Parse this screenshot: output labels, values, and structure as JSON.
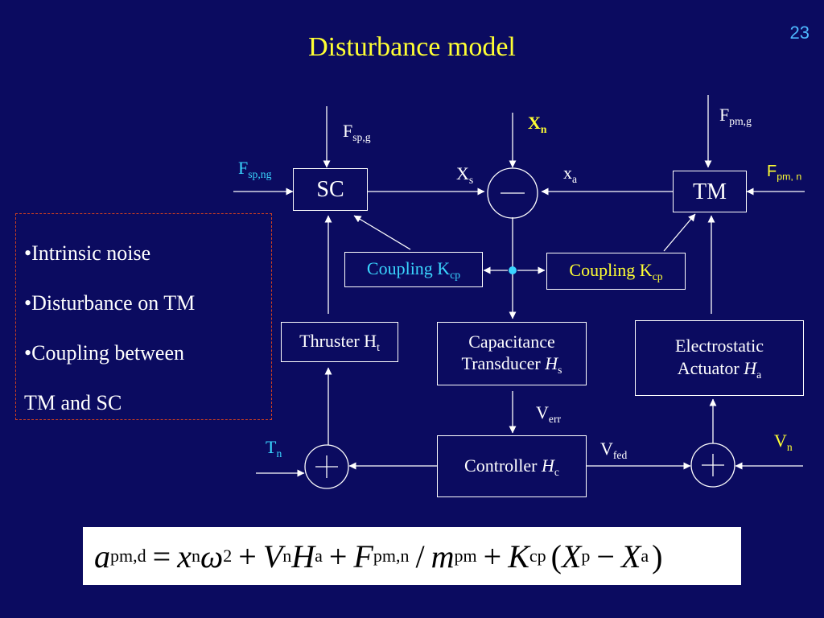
{
  "slide": {
    "title": "Disturbance model",
    "number": "23"
  },
  "blocks": {
    "sc": "SC",
    "tm": "TM",
    "coupling_left": {
      "text": "Coupling K",
      "sub": "cp"
    },
    "coupling_right": {
      "text": "Coupling K",
      "sub": "cp"
    },
    "thruster": {
      "text": "Thruster H",
      "sub": "t"
    },
    "capacitance": {
      "line1": "Capacitance",
      "line2": "Transducer ",
      "italic": "H",
      "sub": "s"
    },
    "electrostatic": {
      "line1": "Electrostatic",
      "line2": "Actuator ",
      "italic": "H",
      "sub": "a"
    },
    "controller": {
      "text": "Controller ",
      "italic": "H",
      "sub": "c"
    }
  },
  "signals": {
    "f_sp_g": {
      "main": "F",
      "sub": "sp,g"
    },
    "f_sp_ng": {
      "main": "F",
      "sub": "sp,ng"
    },
    "x_s": {
      "main": "X",
      "sub": "s"
    },
    "x_n": {
      "main": "X",
      "sub": "n"
    },
    "x_a": {
      "main": "x",
      "sub": "a"
    },
    "f_pm_g": {
      "main": "F",
      "sub": "pm,g"
    },
    "f_pm_n": {
      "main": "F",
      "sub": "pm, n"
    },
    "v_err": {
      "main": "V",
      "sub": "err"
    },
    "v_fed": {
      "main": "V",
      "sub": "fed"
    },
    "t_n": {
      "main": "T",
      "sub": "n"
    },
    "v_n": {
      "main": "V",
      "sub": "n"
    }
  },
  "notes": {
    "line1": "•Intrinsic noise",
    "line2": "•Disturbance on TM",
    "line3": "•Coupling between",
    "line4": "TM and SC"
  },
  "formula": {
    "a": "a",
    "a_sub": "pm,d",
    "eq": "=",
    "x": "x",
    "x_sub": "n",
    "omega": "ω",
    "omega_sup": "2",
    "plus1": "+",
    "v": "V",
    "v_sub": "n",
    "h": "H",
    "h_sub": "a",
    "plus2": "+",
    "f": "F",
    "f_sub": "pm,n",
    "slash": "/",
    "m": "m",
    "m_sub": "pm",
    "plus3": "+",
    "k": "K",
    "k_sub": "cp",
    "lparen": "(",
    "xp": "X",
    "xp_sub": "p",
    "minus": "−",
    "xa": "X",
    "xa_sub": "a",
    "rparen": ")"
  },
  "colors": {
    "background": "#0b0b60",
    "title": "#ffff33",
    "cyan_label": "#3ad6ff",
    "notes_border": "#d04020"
  }
}
